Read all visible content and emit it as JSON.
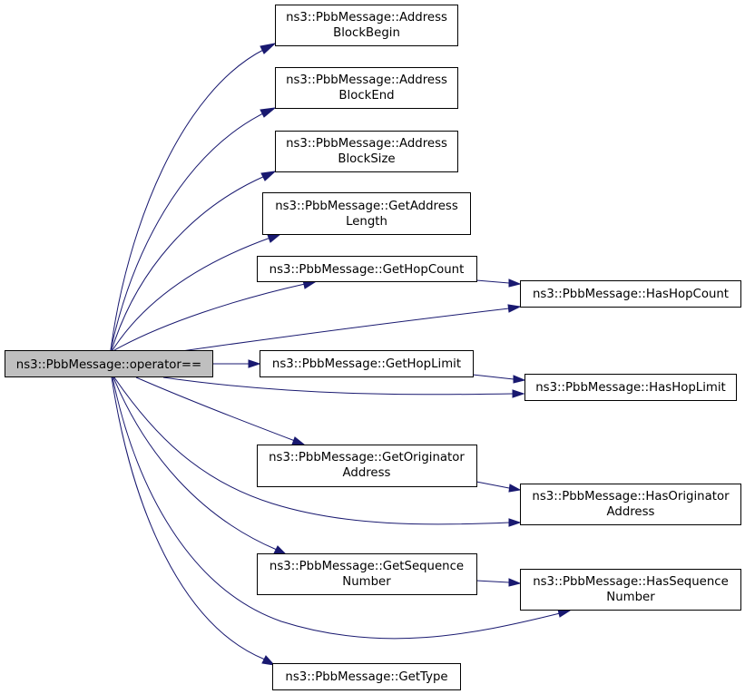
{
  "diagram": {
    "root": {
      "label": "ns3::PbbMessage::operator=="
    },
    "nodes": {
      "address_block_begin": {
        "line1": "ns3::PbbMessage::Address",
        "line2": "BlockBegin"
      },
      "address_block_end": {
        "line1": "ns3::PbbMessage::Address",
        "line2": "BlockEnd"
      },
      "address_block_size": {
        "line1": "ns3::PbbMessage::Address",
        "line2": "BlockSize"
      },
      "get_address_length": {
        "line1": "ns3::PbbMessage::GetAddress",
        "line2": "Length"
      },
      "get_hop_count": {
        "line1": "ns3::PbbMessage::GetHopCount"
      },
      "has_hop_count": {
        "line1": "ns3::PbbMessage::HasHopCount"
      },
      "get_hop_limit": {
        "line1": "ns3::PbbMessage::GetHopLimit"
      },
      "has_hop_limit": {
        "line1": "ns3::PbbMessage::HasHopLimit"
      },
      "get_originator_address": {
        "line1": "ns3::PbbMessage::GetOriginator",
        "line2": "Address"
      },
      "has_originator_address": {
        "line1": "ns3::PbbMessage::HasOriginator",
        "line2": "Address"
      },
      "get_sequence_number": {
        "line1": "ns3::PbbMessage::GetSequence",
        "line2": "Number"
      },
      "has_sequence_number": {
        "line1": "ns3::PbbMessage::HasSequence",
        "line2": "Number"
      },
      "get_type": {
        "line1": "ns3::PbbMessage::GetType"
      }
    },
    "edges": [
      [
        "root",
        "address_block_begin"
      ],
      [
        "root",
        "address_block_end"
      ],
      [
        "root",
        "address_block_size"
      ],
      [
        "root",
        "get_address_length"
      ],
      [
        "root",
        "get_hop_count"
      ],
      [
        "root",
        "has_hop_count"
      ],
      [
        "root",
        "get_hop_limit"
      ],
      [
        "root",
        "has_hop_limit"
      ],
      [
        "root",
        "get_originator_address"
      ],
      [
        "root",
        "has_originator_address"
      ],
      [
        "root",
        "get_sequence_number"
      ],
      [
        "root",
        "has_sequence_number"
      ],
      [
        "root",
        "get_type"
      ],
      [
        "get_hop_count",
        "has_hop_count"
      ],
      [
        "get_hop_limit",
        "has_hop_limit"
      ],
      [
        "get_originator_address",
        "has_originator_address"
      ],
      [
        "get_sequence_number",
        "has_sequence_number"
      ]
    ],
    "colors": {
      "edge": "#191970",
      "root_fill": "#bfbfbf",
      "node_fill": "#ffffff",
      "border": "#000000"
    }
  }
}
